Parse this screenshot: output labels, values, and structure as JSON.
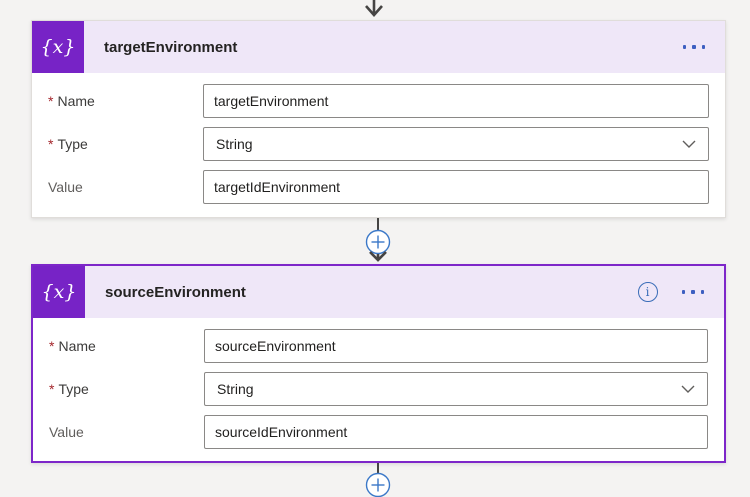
{
  "colors": {
    "accent_purple": "#7723c6",
    "selected_border_purple": "#7d26c9",
    "header_lavender": "#efe7f8",
    "connector_blue": "#3b78c8",
    "icon_blue": "#3a6db8",
    "arrow_gray": "#454443",
    "required_red": "#a4262c",
    "input_border_gray": "#8a8886",
    "page_background": "#f4f3f2"
  },
  "icons": {
    "variable_icon": "{x}",
    "info_icon": "i",
    "more_icon": "···",
    "plus_icon": "+",
    "chevron_down_icon": "⌄",
    "arrow_down_icon": "↓"
  },
  "cards": [
    {
      "title": "targetEnvironment",
      "fields": [
        {
          "label": "Name",
          "star": "*",
          "value": "targetEnvironment",
          "control": "text"
        },
        {
          "label": "Type",
          "star": "*",
          "value": "String",
          "control": "dropdown"
        },
        {
          "label": "Value",
          "star": "",
          "value": "targetIdEnvironment",
          "control": "text"
        }
      ]
    },
    {
      "title": "sourceEnvironment",
      "fields": [
        {
          "label": "Name",
          "star": "*",
          "value": "sourceEnvironment",
          "control": "text"
        },
        {
          "label": "Type",
          "star": "*",
          "value": "String",
          "control": "dropdown"
        },
        {
          "label": "Value",
          "star": "",
          "value": "sourceIdEnvironment",
          "control": "text"
        }
      ]
    }
  ]
}
